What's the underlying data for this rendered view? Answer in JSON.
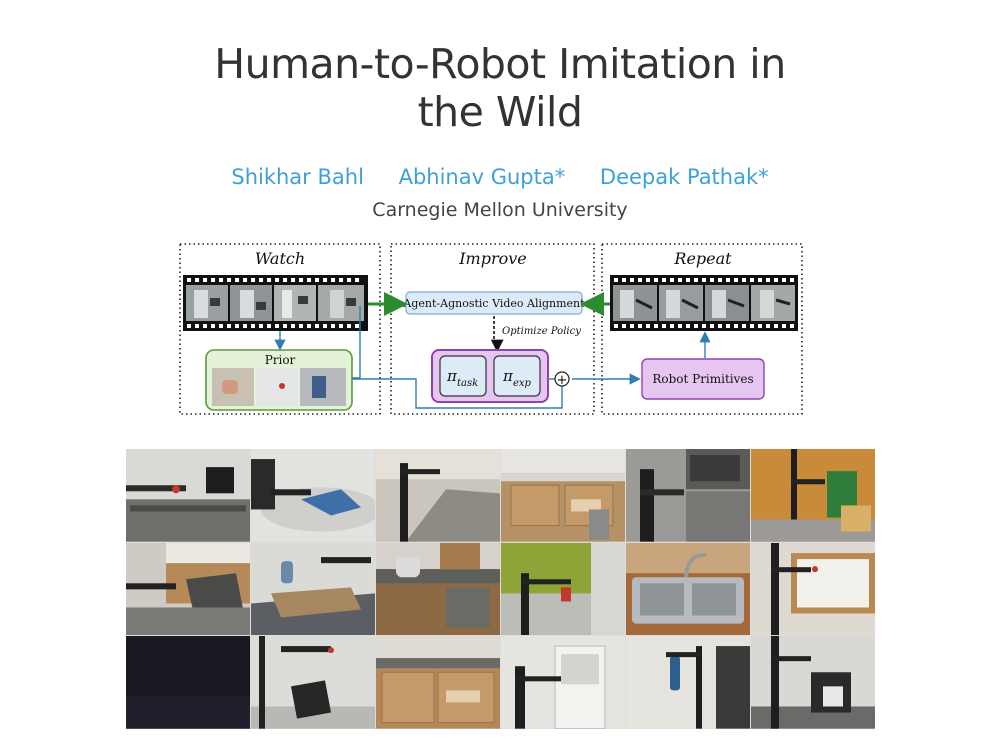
{
  "paper": {
    "title_line1": "Human-to-Robot Imitation in",
    "title_line2": "the Wild",
    "authors": [
      "Shikhar Bahl",
      "Abhinav Gupta*",
      "Deepak Pathak*"
    ],
    "affiliation": "Carnegie Mellon University"
  },
  "diagram": {
    "watch_label": "Watch",
    "improve_label": "Improve",
    "repeat_label": "Repeat",
    "alignment_label": "Agent-Agnostic Video Alignment",
    "optimize_label": "Optimize Policy",
    "prior_label": "Prior",
    "pi_symbol": "π",
    "pi_task_sub": "task",
    "pi_exp_sub": "exp",
    "plus_symbol": "+",
    "primitives_label": "Robot Primitives",
    "colors": {
      "green_arrow": "#2e8b2e",
      "blue_arrow": "#2f7fb3",
      "purple_fill": "#e6c6f0",
      "purple_border": "#8e44ad",
      "prior_fill": "#e4f3d8",
      "prior_border": "#5a9a3a",
      "align_fill": "#dcebf7",
      "align_border": "#7aaed6"
    }
  },
  "photo_grid": {
    "rows": 3,
    "columns": 6,
    "cells": [
      {
        "scene": "robot-desk-monitor"
      },
      {
        "scene": "robot-table-cloth"
      },
      {
        "scene": "robot-long-table"
      },
      {
        "scene": "robot-kitchen-drawer"
      },
      {
        "scene": "robot-microwave-cabinet"
      },
      {
        "scene": "robot-trash-bin"
      },
      {
        "scene": "robot-open-drawer"
      },
      {
        "scene": "robot-office-desk"
      },
      {
        "scene": "robot-kettle-counter"
      },
      {
        "scene": "robot-green-wall-cup"
      },
      {
        "scene": "robot-sink"
      },
      {
        "scene": "robot-whiteboard"
      },
      {
        "scene": "dark-scene"
      },
      {
        "scene": "robot-office-chair"
      },
      {
        "scene": "robot-kitchen-drawer-2"
      },
      {
        "scene": "robot-fridge"
      },
      {
        "scene": "robot-towel-hook"
      },
      {
        "scene": "robot-trash-can"
      }
    ]
  }
}
